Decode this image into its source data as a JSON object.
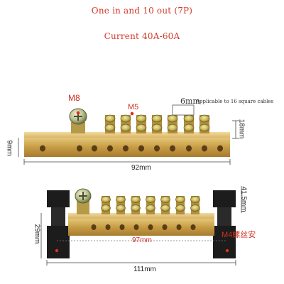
{
  "header": {
    "line1": "One in and 10 out (7P)",
    "line2": "Current 40A-60A"
  },
  "top_product": {
    "label_m8": "M8",
    "label_m5": "M5",
    "label_6mm": "6mm",
    "label_applicable": "Applicable to 16 square cables",
    "dim_height": "18mm",
    "dim_left": "9mm",
    "dim_length": "92mm"
  },
  "bottom_product": {
    "dim_height_right": "41.5mm",
    "dim_height_left": "29mm",
    "dim_inner": "97mm",
    "label_m4": "M4螺丝安",
    "dim_length": "111mm"
  },
  "colors": {
    "title_red": "#d43a2a",
    "brass": "#c9a24a",
    "black_mount": "#1c1c1c"
  }
}
